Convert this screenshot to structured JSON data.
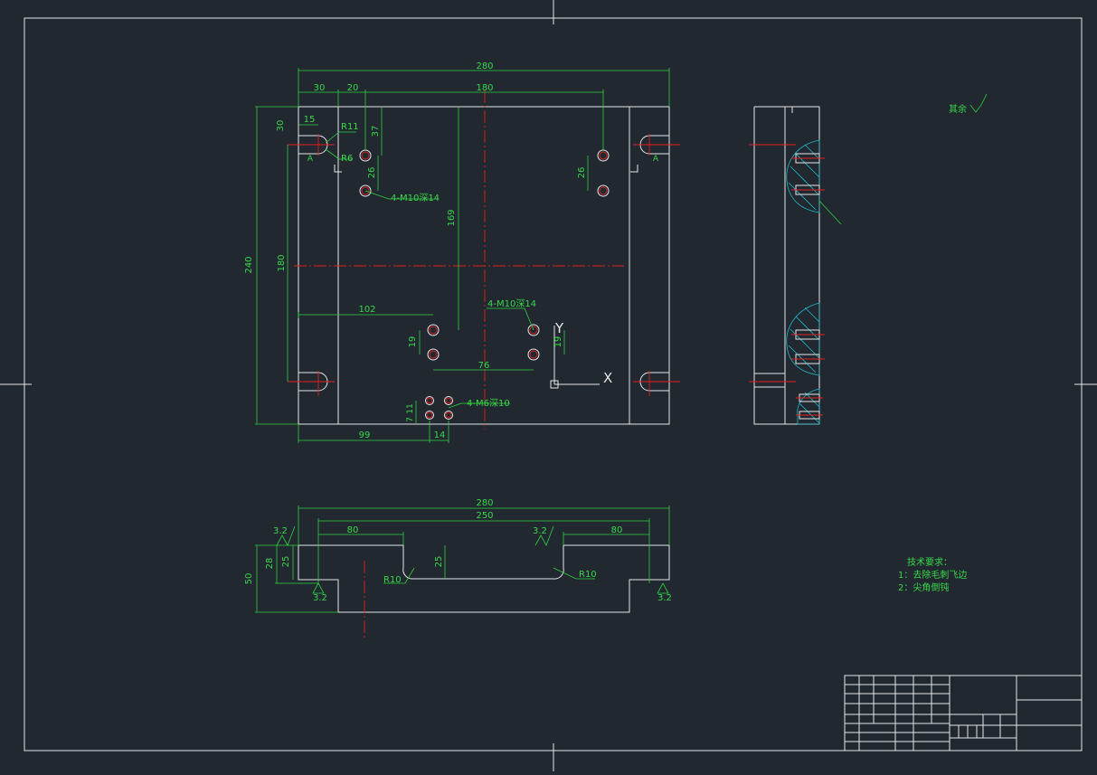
{
  "top_view": {
    "dims": {
      "overall_width": "280",
      "left_offset": "30",
      "hole_offset": "20",
      "hole_span": "180",
      "overall_height": "240",
      "inner_height": "180",
      "top_margin": "30",
      "slot_offset": "15",
      "radius_outer": "R11",
      "radius_inner": "R6",
      "hole_v_offset": "37",
      "hole_pitch_left": "26",
      "hole_pitch_right": "26",
      "center_to_hole": "169",
      "left_to_group": "102",
      "group_pitch_v": "19",
      "group_pitch_v2": "19",
      "group_pitch_h": "76",
      "small_pitch_v": "7",
      "small_pitch_v2": "11",
      "left_to_small": "99",
      "small_pitch_h": "14"
    },
    "callouts": {
      "m10_top": "4-M10深14",
      "m10_center": "4-M10深14",
      "m6": "4-M6深10"
    },
    "section_marks": [
      "A",
      "A"
    ],
    "axis": {
      "x": "X",
      "y": "Y"
    }
  },
  "front_view": {
    "dims": {
      "overall_width": "280",
      "inner_width": "250",
      "left_pocket": "80",
      "right_pocket": "80",
      "overall_height": "50",
      "step_height": "28",
      "step_height2": "25",
      "pocket_depth": "25",
      "fillet_left": "R10",
      "fillet_right": "R10"
    },
    "roughness": [
      "3.2",
      "3.2",
      "3.2",
      "3.2"
    ]
  },
  "roughness_note": "其余",
  "tech_req": {
    "title": "技术要求：",
    "items": [
      "1：去除毛刺飞边",
      "2：尖角倒钝"
    ]
  },
  "colors": {
    "background": "#212830",
    "outline": "#e6e6e6",
    "dimension": "#39d84a",
    "centerline": "#e02020",
    "hatch": "#20b8c8"
  }
}
